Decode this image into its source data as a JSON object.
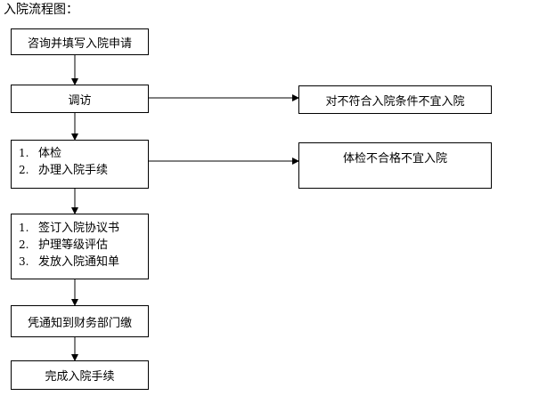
{
  "title": "入院流程图：",
  "steps": {
    "apply": "咨询并填写入院申请",
    "visit": "调访",
    "exam": [
      "体检",
      "办理入院手续"
    ],
    "sign": [
      "签订入院协议书",
      "护理等级评估",
      "发放入院通知单"
    ],
    "pay": "凭通知到财务部门缴",
    "complete": "完成入院手续"
  },
  "outcomes": {
    "reject_visit": "对不符合入院条件不宜入院",
    "reject_exam": "体检不合格不宜入院"
  },
  "list_markers": [
    "1.",
    "2.",
    "3."
  ]
}
